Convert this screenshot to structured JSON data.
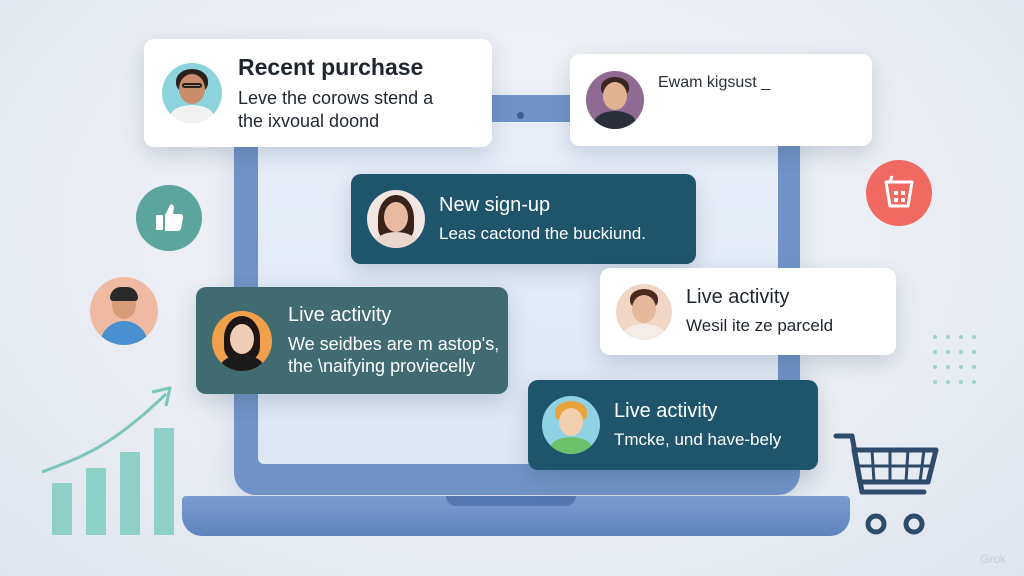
{
  "cards": {
    "recent_purchase": {
      "title": "Recent purchase",
      "line1": "Leve the corows stend a",
      "line2": "the ixvoual doond"
    },
    "top_right": {
      "title": "Ewam kigsust _"
    },
    "new_signup": {
      "title": "New sign-up",
      "line1": "Leas cactond the buckiund."
    },
    "live_activity_left": {
      "title": "Live activity",
      "line1": "We seidbes are m astop's,",
      "line2": "the \\naifying proviecelly"
    },
    "live_activity_right": {
      "title": "Live activity",
      "line1": "Wesil ite ze parceld"
    },
    "live_activity_bottom": {
      "title": "Live activity",
      "line1": "Tmcke, und have-bely"
    }
  },
  "watermark": "Grok",
  "colors": {
    "laptop": "#6f93c6",
    "card_teal": "#1e546c",
    "card_slate": "#3f6b71",
    "accent_green": "#5ba59c",
    "accent_red": "#f06a62",
    "chart_bars": "#8fd0c8"
  },
  "icons": [
    "thumbs-up-icon",
    "cart-icon",
    "shopping-cart-icon",
    "growth-chart-icon",
    "dot-grid-icon"
  ]
}
